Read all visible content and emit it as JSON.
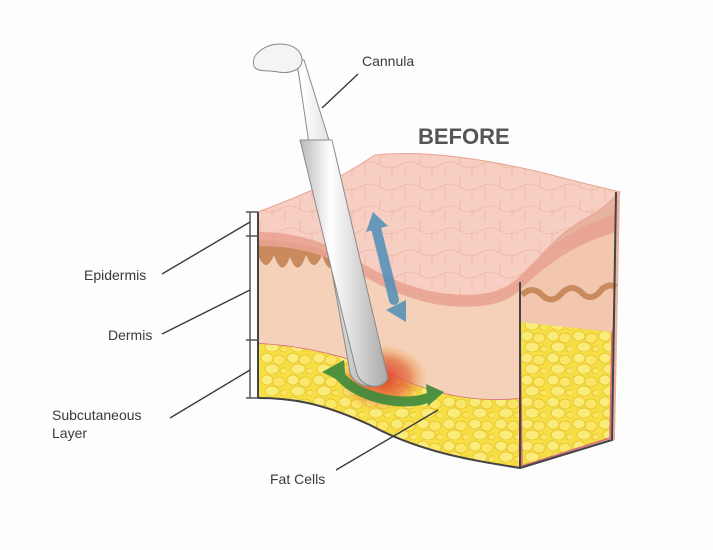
{
  "title": "BEFORE",
  "labels": {
    "cannula": "Cannula",
    "epidermis": "Epidermis",
    "dermis": "Dermis",
    "subcutaneous_line1": "Subcutaneous",
    "subcutaneous_line2": "Layer",
    "fat_cells": "Fat Cells"
  },
  "colors": {
    "epidermis": "#f6c9bd",
    "epidermis_edge": "#e9a392",
    "dermis": "#f3cdb2",
    "papillae": "#c98a5d",
    "fat": "#f6e14a",
    "fat_outline": "#d66b7a",
    "cannula": "#e8e8e8",
    "arrow_blue": "#4f8fb9",
    "arrow_green": "#3d8a3d",
    "glow_red": "#d9443a"
  }
}
